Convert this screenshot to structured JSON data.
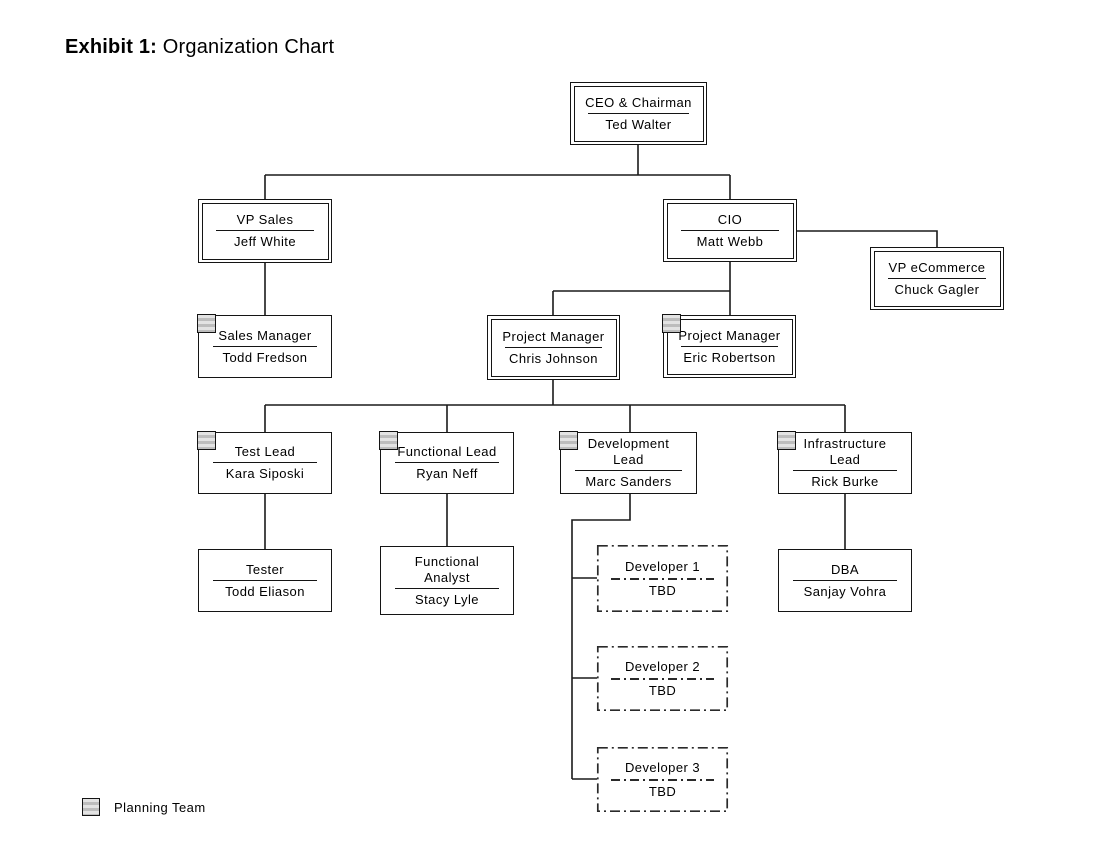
{
  "heading": {
    "prefix": "Exhibit 1:",
    "rest": " Organization Chart"
  },
  "legend": {
    "label": "Planning Team"
  },
  "colors": {
    "line": "#1a1a1a",
    "badge_fill": "#bdbdbd",
    "text": "#000000",
    "background": "#ffffff"
  },
  "badge_meaning": "Planning Team",
  "nodes": [
    {
      "id": "ceo",
      "title": "CEO & Chairman",
      "name": "Ted Walter",
      "style": "double",
      "planning_team": false,
      "reports_to": null
    },
    {
      "id": "vp-sales",
      "title": "VP Sales",
      "name": "Jeff White",
      "style": "double",
      "planning_team": false,
      "reports_to": "ceo"
    },
    {
      "id": "cio",
      "title": "CIO",
      "name": "Matt Webb",
      "style": "double",
      "planning_team": false,
      "reports_to": "ceo"
    },
    {
      "id": "vp-ecommerce",
      "title": "VP eCommerce",
      "name": "Chuck Gagler",
      "style": "double",
      "planning_team": false,
      "reports_to": "cio"
    },
    {
      "id": "sales-manager",
      "title": "Sales Manager",
      "name": "Todd Fredson",
      "style": "single",
      "planning_team": true,
      "reports_to": "vp-sales"
    },
    {
      "id": "project-manager-1",
      "title": "Project Manager",
      "name": "Chris Johnson",
      "style": "double",
      "planning_team": false,
      "reports_to": "cio"
    },
    {
      "id": "project-manager-2",
      "title": "Project Manager",
      "name": "Eric Robertson",
      "style": "double",
      "planning_team": true,
      "reports_to": "cio"
    },
    {
      "id": "test-lead",
      "title": "Test Lead",
      "name": "Kara Siposki",
      "style": "single",
      "planning_team": true,
      "reports_to": "project-manager-1"
    },
    {
      "id": "functional-lead",
      "title": "Functional Lead",
      "name": "Ryan Neff",
      "style": "single",
      "planning_team": true,
      "reports_to": "project-manager-1"
    },
    {
      "id": "development-lead",
      "title": "Development\nLead",
      "name": "Marc Sanders",
      "style": "single",
      "planning_team": true,
      "reports_to": "project-manager-1"
    },
    {
      "id": "infrastructure-lead",
      "title": "Infrastructure\nLead",
      "name": "Rick Burke",
      "style": "single",
      "planning_team": true,
      "reports_to": "project-manager-1"
    },
    {
      "id": "tester",
      "title": "Tester",
      "name": "Todd Eliason",
      "style": "single",
      "planning_team": false,
      "reports_to": "test-lead"
    },
    {
      "id": "functional-analyst",
      "title": "Functional\nAnalyst",
      "name": "Stacy Lyle",
      "style": "single",
      "planning_team": false,
      "reports_to": "functional-lead"
    },
    {
      "id": "dba",
      "title": "DBA",
      "name": "Sanjay Vohra",
      "style": "single",
      "planning_team": false,
      "reports_to": "infrastructure-lead"
    },
    {
      "id": "developer-1",
      "title": "Developer 1",
      "name": "TBD",
      "style": "dashdot",
      "planning_team": false,
      "reports_to": "development-lead"
    },
    {
      "id": "developer-2",
      "title": "Developer 2",
      "name": "TBD",
      "style": "dashdot",
      "planning_team": false,
      "reports_to": "development-lead"
    },
    {
      "id": "developer-3",
      "title": "Developer 3",
      "name": "TBD",
      "style": "dashdot",
      "planning_team": false,
      "reports_to": "development-lead"
    }
  ]
}
